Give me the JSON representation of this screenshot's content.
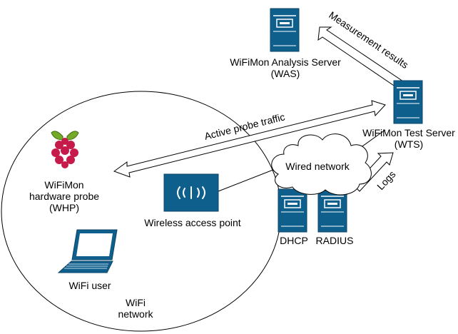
{
  "colors": {
    "server_fill": "#0f5f8c",
    "server_stroke": "#0a4468",
    "arrow_fill": "#ffffff",
    "line": "#000000",
    "raspberry_red": "#c51a4a",
    "leaf_green": "#75a928"
  },
  "icons": {
    "was": "server-icon",
    "wts": "server-icon",
    "dhcp": "server-icon",
    "radius": "server-icon",
    "whp": "raspberry-pi-icon",
    "ap": "wireless-access-point-icon",
    "user": "laptop-icon",
    "cloud": "cloud-icon"
  },
  "labels": {
    "was_line1": "WiFiMon Analysis Server",
    "was_line2": "(WAS)",
    "wts_line1": "WiFiMon Test Server",
    "wts_line2": "(WTS)",
    "whp_line1": "WiFiMon",
    "whp_line2": "hardware probe",
    "whp_line3": "(WHP)",
    "ap": "Wireless access point",
    "user": "WiFi user",
    "network_line1": "WiFi",
    "network_line2": "network",
    "cloud": "Wired network",
    "dhcp": "DHCP",
    "radius": "RADIUS",
    "arrow_measurement": "Measurement results",
    "arrow_probe": "Active probe traffic",
    "arrow_logs": "Logs"
  }
}
